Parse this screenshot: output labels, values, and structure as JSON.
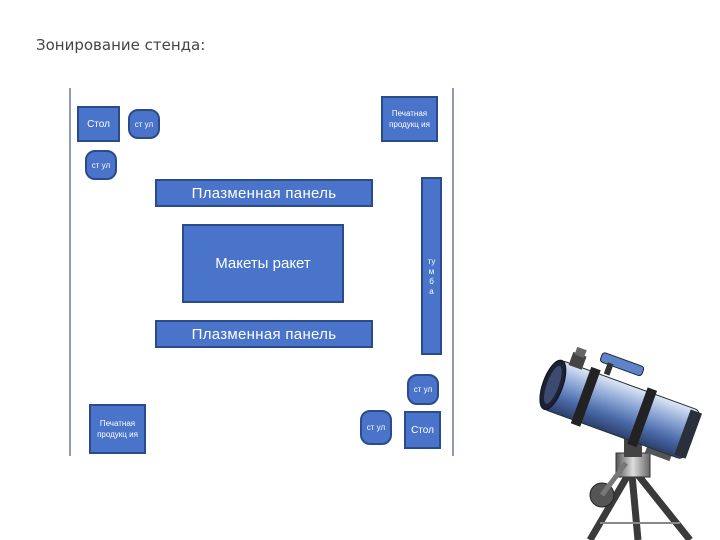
{
  "title": "Зонирование стенда:",
  "colors": {
    "box_fill": "#4a74c9",
    "box_border": "#2b4c8c",
    "wall": "#8f9bb0"
  },
  "stand": {
    "table_top": "Стол",
    "chair_top_left": "ст ул",
    "print_top": "Печатная продукц ия",
    "chair_left": "ст ул",
    "plasma_top": "Плазменная панель",
    "models": "Макеты ракет",
    "tumba": "тумба",
    "plasma_bottom": "Плазменная панель",
    "chair_bottom_right": "ст ул",
    "print_bottom": "Печатная продукц ия",
    "chair_bottom_mid": "ст ул",
    "table_bottom": "Стол"
  },
  "image": {
    "subject": "telescope"
  }
}
